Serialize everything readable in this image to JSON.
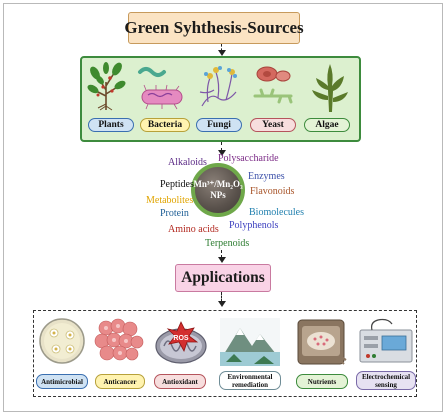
{
  "title": "Green Syhthesis-Sources",
  "sources": [
    {
      "label": "Plants",
      "icon": "plant-icon"
    },
    {
      "label": "Bacteria",
      "icon": "bacteria-icon"
    },
    {
      "label": "Fungi",
      "icon": "fungi-icon"
    },
    {
      "label": "Yeast",
      "icon": "yeast-icon"
    },
    {
      "label": "Algae",
      "icon": "algae-icon"
    }
  ],
  "center": {
    "line1": "Mn³⁺/Mn₂O₃",
    "line2": "NPs"
  },
  "biomolecules": [
    {
      "text": "Polysaccharide",
      "color": "#7b2a86"
    },
    {
      "text": "Alkaloids",
      "color": "#5b2a86"
    },
    {
      "text": "Enzymes",
      "color": "#3a4fa8"
    },
    {
      "text": "Peptides",
      "color": "#111111"
    },
    {
      "text": "Flavonoids",
      "color": "#a8552a"
    },
    {
      "text": "Metabolites",
      "color": "#e0a400"
    },
    {
      "text": "Biomolecules",
      "color": "#1f7fae"
    },
    {
      "text": "Protein",
      "color": "#1f5f96"
    },
    {
      "text": "Polyphenols",
      "color": "#3b3fbf"
    },
    {
      "text": "Amino acids",
      "color": "#b2281f"
    },
    {
      "text": "Terpenoids",
      "color": "#2e7d32"
    }
  ],
  "applications_title": "Applications",
  "applications": [
    {
      "label": "Antimicrobial",
      "icon": "petri-dish-icon"
    },
    {
      "label": "Anticancer",
      "icon": "cancer-cell-icon"
    },
    {
      "label": "Antioxidant",
      "icon": "mitochondria-ros-icon",
      "badge": "ROS"
    },
    {
      "label": "Environmental remediation",
      "icon": "mountains-icon"
    },
    {
      "label": "Nutrients",
      "icon": "nutrient-sack-icon"
    },
    {
      "label": "Electrochemical sensing",
      "icon": "electrochemical-device-icon"
    }
  ],
  "colors": {
    "title_fill": "#fbe3c3",
    "sources_fill": "#dcf0cf",
    "sources_border": "#3d8b3d",
    "apps_fill": "#f9d3e6"
  }
}
